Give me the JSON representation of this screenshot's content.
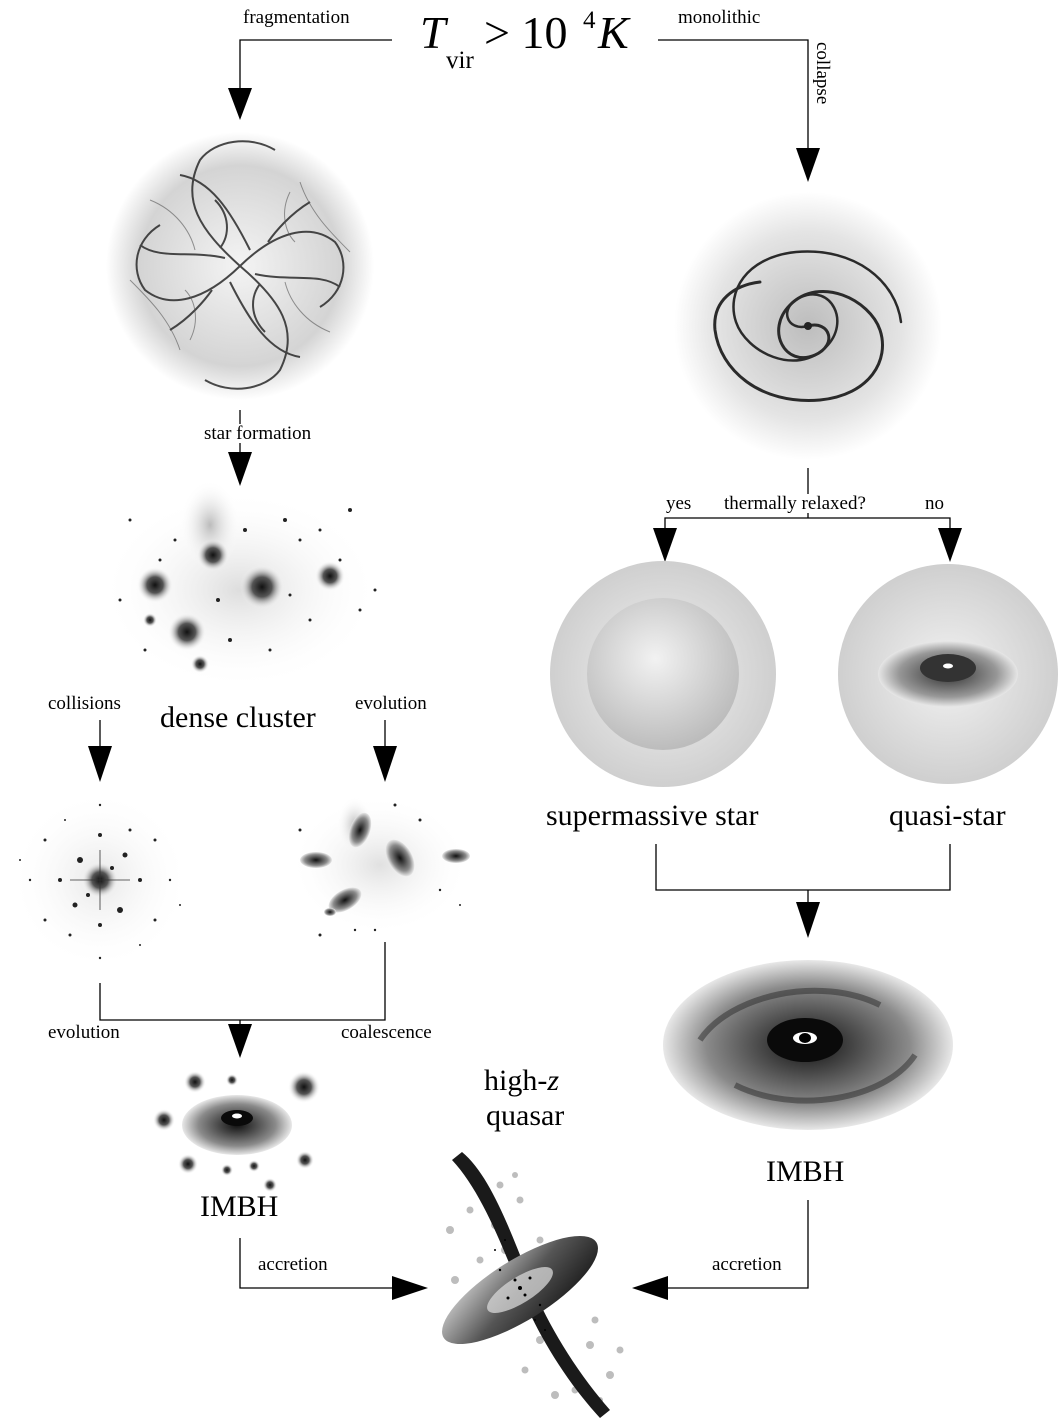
{
  "header": {
    "temp_T": "T",
    "temp_sub": "vir",
    "temp_rel": "> 10",
    "temp_exp": "4",
    "temp_K": "K"
  },
  "labels": {
    "fragmentation": "fragmentation",
    "monolithic": "monolithic",
    "collapse": "collapse",
    "star_formation": "star formation",
    "yes": "yes",
    "thermally_relaxed": "thermally relaxed?",
    "no": "no",
    "dense_cluster": "dense cluster",
    "collisions": "collisions",
    "evolution_top": "evolution",
    "supermassive_star": "supermassive star",
    "quasi_star": "quasi-star",
    "evolution_bottom": "evolution",
    "coalescence": "coalescence",
    "imbh_left": "IMBH",
    "imbh_right": "IMBH",
    "high": "high-",
    "z": "z",
    "quasar": "quasar",
    "accretion_left": "accretion",
    "accretion_right": "accretion"
  }
}
